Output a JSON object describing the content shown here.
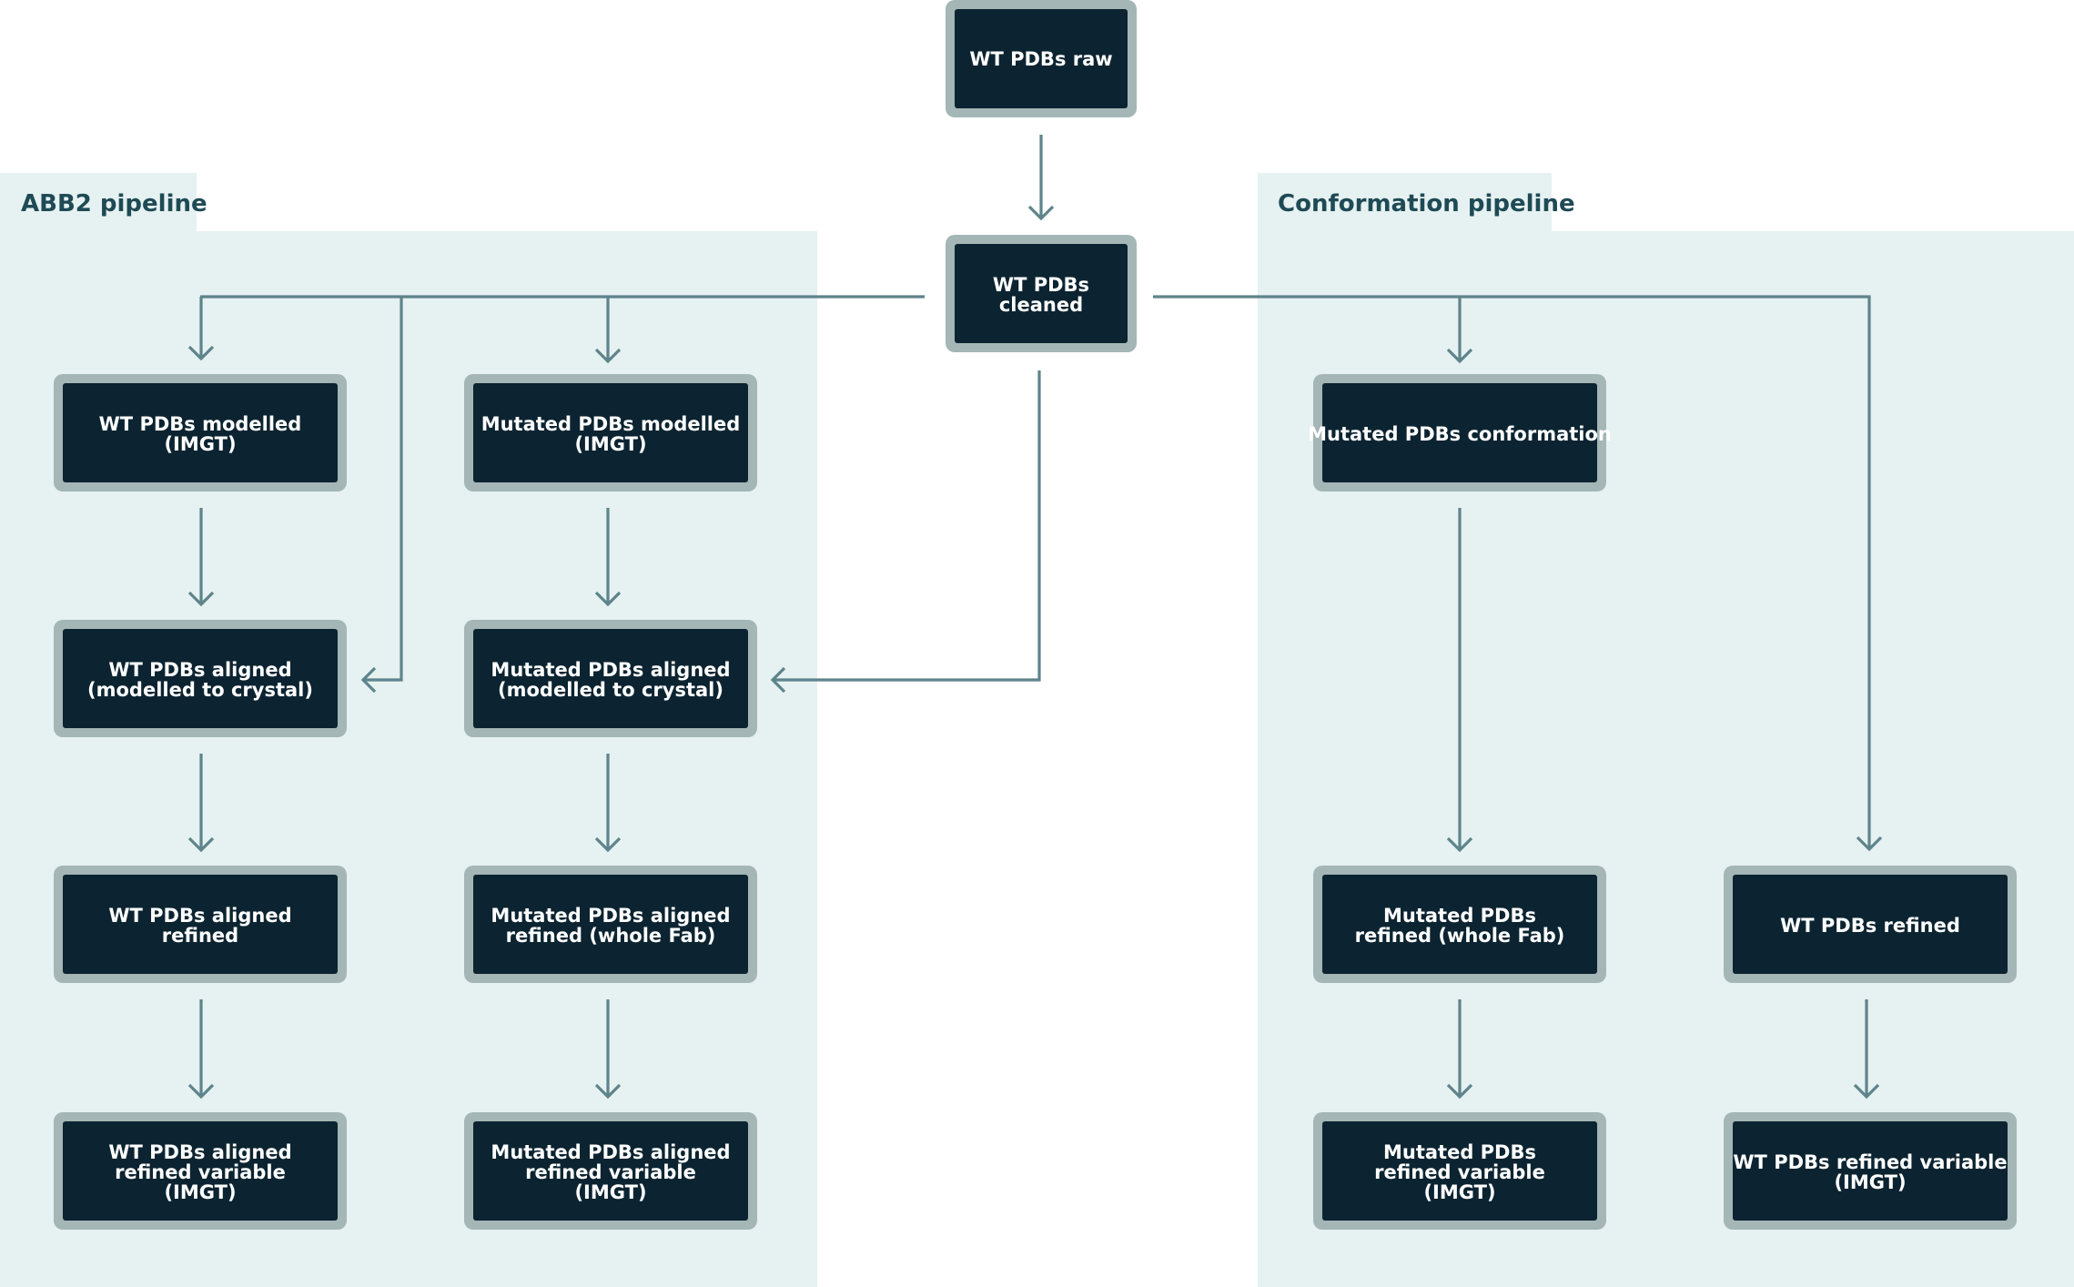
{
  "panels": {
    "abb2": {
      "title": "ABB2 pipeline"
    },
    "conformation": {
      "title": "Conformation pipeline"
    }
  },
  "nodes": {
    "raw": [
      "WT PDBs raw"
    ],
    "cleaned": [
      "WT PDBs",
      "cleaned"
    ],
    "wt_modelled": [
      "WT PDBs modelled",
      "(IMGT)"
    ],
    "mut_modelled": [
      "Mutated PDBs modelled",
      "(IMGT)"
    ],
    "wt_aligned": [
      "WT PDBs aligned",
      "(modelled to crystal)"
    ],
    "mut_aligned": [
      "Mutated PDBs aligned",
      "(modelled to crystal)"
    ],
    "wt_aligned_refined": [
      "WT PDBs aligned",
      "refined"
    ],
    "mut_aligned_refined": [
      "Mutated PDBs aligned",
      "refined (whole Fab)"
    ],
    "wt_aligned_refined_var": [
      "WT PDBs aligned",
      "refined variable",
      "(IMGT)"
    ],
    "mut_aligned_refined_var": [
      "Mutated PDBs aligned",
      "refined variable",
      "(IMGT)"
    ],
    "mut_conformation": [
      "Mutated PDBs conformation"
    ],
    "mut_refined": [
      "Mutated PDBs",
      "refined (whole Fab)"
    ],
    "wt_refined": [
      "WT PDBs refined"
    ],
    "mut_refined_var": [
      "Mutated PDBs",
      "refined variable",
      "(IMGT)"
    ],
    "wt_refined_var": [
      "WT PDBs refined variable",
      "(IMGT)"
    ]
  },
  "colors": {
    "panel_background": "#e6f1f1",
    "node_fill": "#0c2431",
    "node_border": "#a4b6b6",
    "connector": "#5e848b",
    "panel_title": "#1e4a55"
  }
}
